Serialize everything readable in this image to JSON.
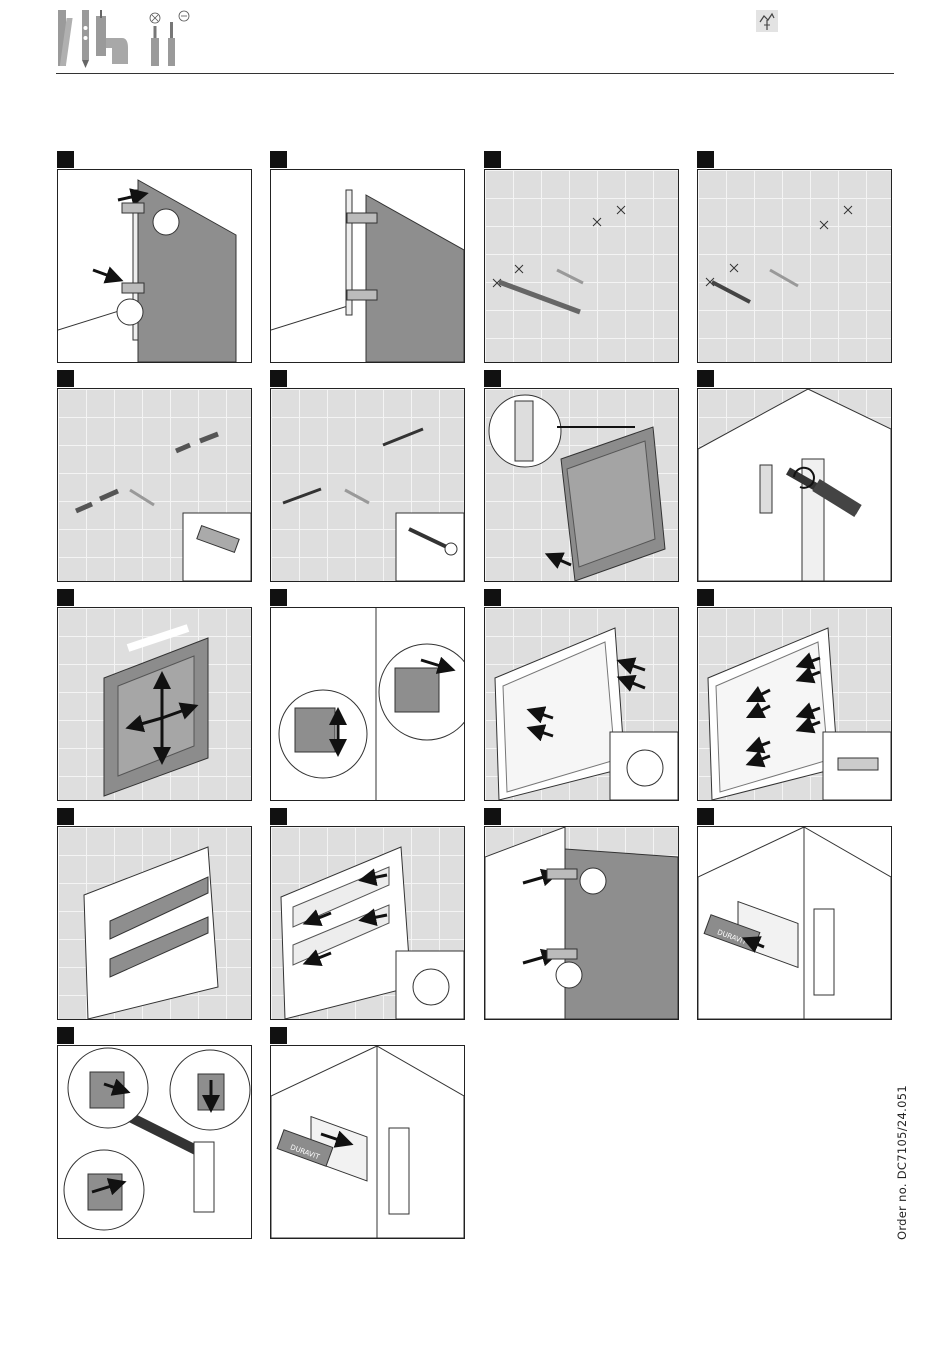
{
  "header": {
    "tool_icons": [
      "spirit-level-icon",
      "pencil-icon",
      "drill-icon",
      "phillips-screwdriver-icon",
      "flat-screwdriver-icon"
    ],
    "corner_icon": "bathroom-installation-icon"
  },
  "steps": [
    {
      "number": "",
      "icon": "cabinet-door-removal-illustration"
    },
    {
      "number": "",
      "icon": "cabinet-door-detached-illustration"
    },
    {
      "number": "",
      "icon": "wall-marking-pencil-illustration"
    },
    {
      "number": "",
      "icon": "wall-drilling-illustration"
    },
    {
      "number": "",
      "icon": "wall-plugs-tile-illustration"
    },
    {
      "number": "",
      "icon": "wall-screws-tile-illustration"
    },
    {
      "number": "",
      "icon": "cabinet-hanging-illustration"
    },
    {
      "number": "",
      "icon": "bracket-screw-tightening-illustration"
    },
    {
      "number": "",
      "icon": "cabinet-alignment-illustration"
    },
    {
      "number": "",
      "icon": "bracket-adjustment-illustration"
    },
    {
      "number": "",
      "icon": "shelf-pins-insert-illustration"
    },
    {
      "number": "",
      "icon": "shelf-supports-insert-illustration"
    },
    {
      "number": "",
      "icon": "glass-shelves-illustration"
    },
    {
      "number": "",
      "icon": "shelf-clips-insert-illustration"
    },
    {
      "number": "",
      "icon": "door-rehang-illustration"
    },
    {
      "number": "",
      "icon": "hinge-cover-duravit-illustration"
    },
    {
      "number": "",
      "icon": "hinge-adjustment-illustration"
    },
    {
      "number": "",
      "icon": "hinge-cover-attach-illustration"
    }
  ],
  "brand_label": "DURAVIT",
  "order_no": "Order no. DC7105/24.051"
}
